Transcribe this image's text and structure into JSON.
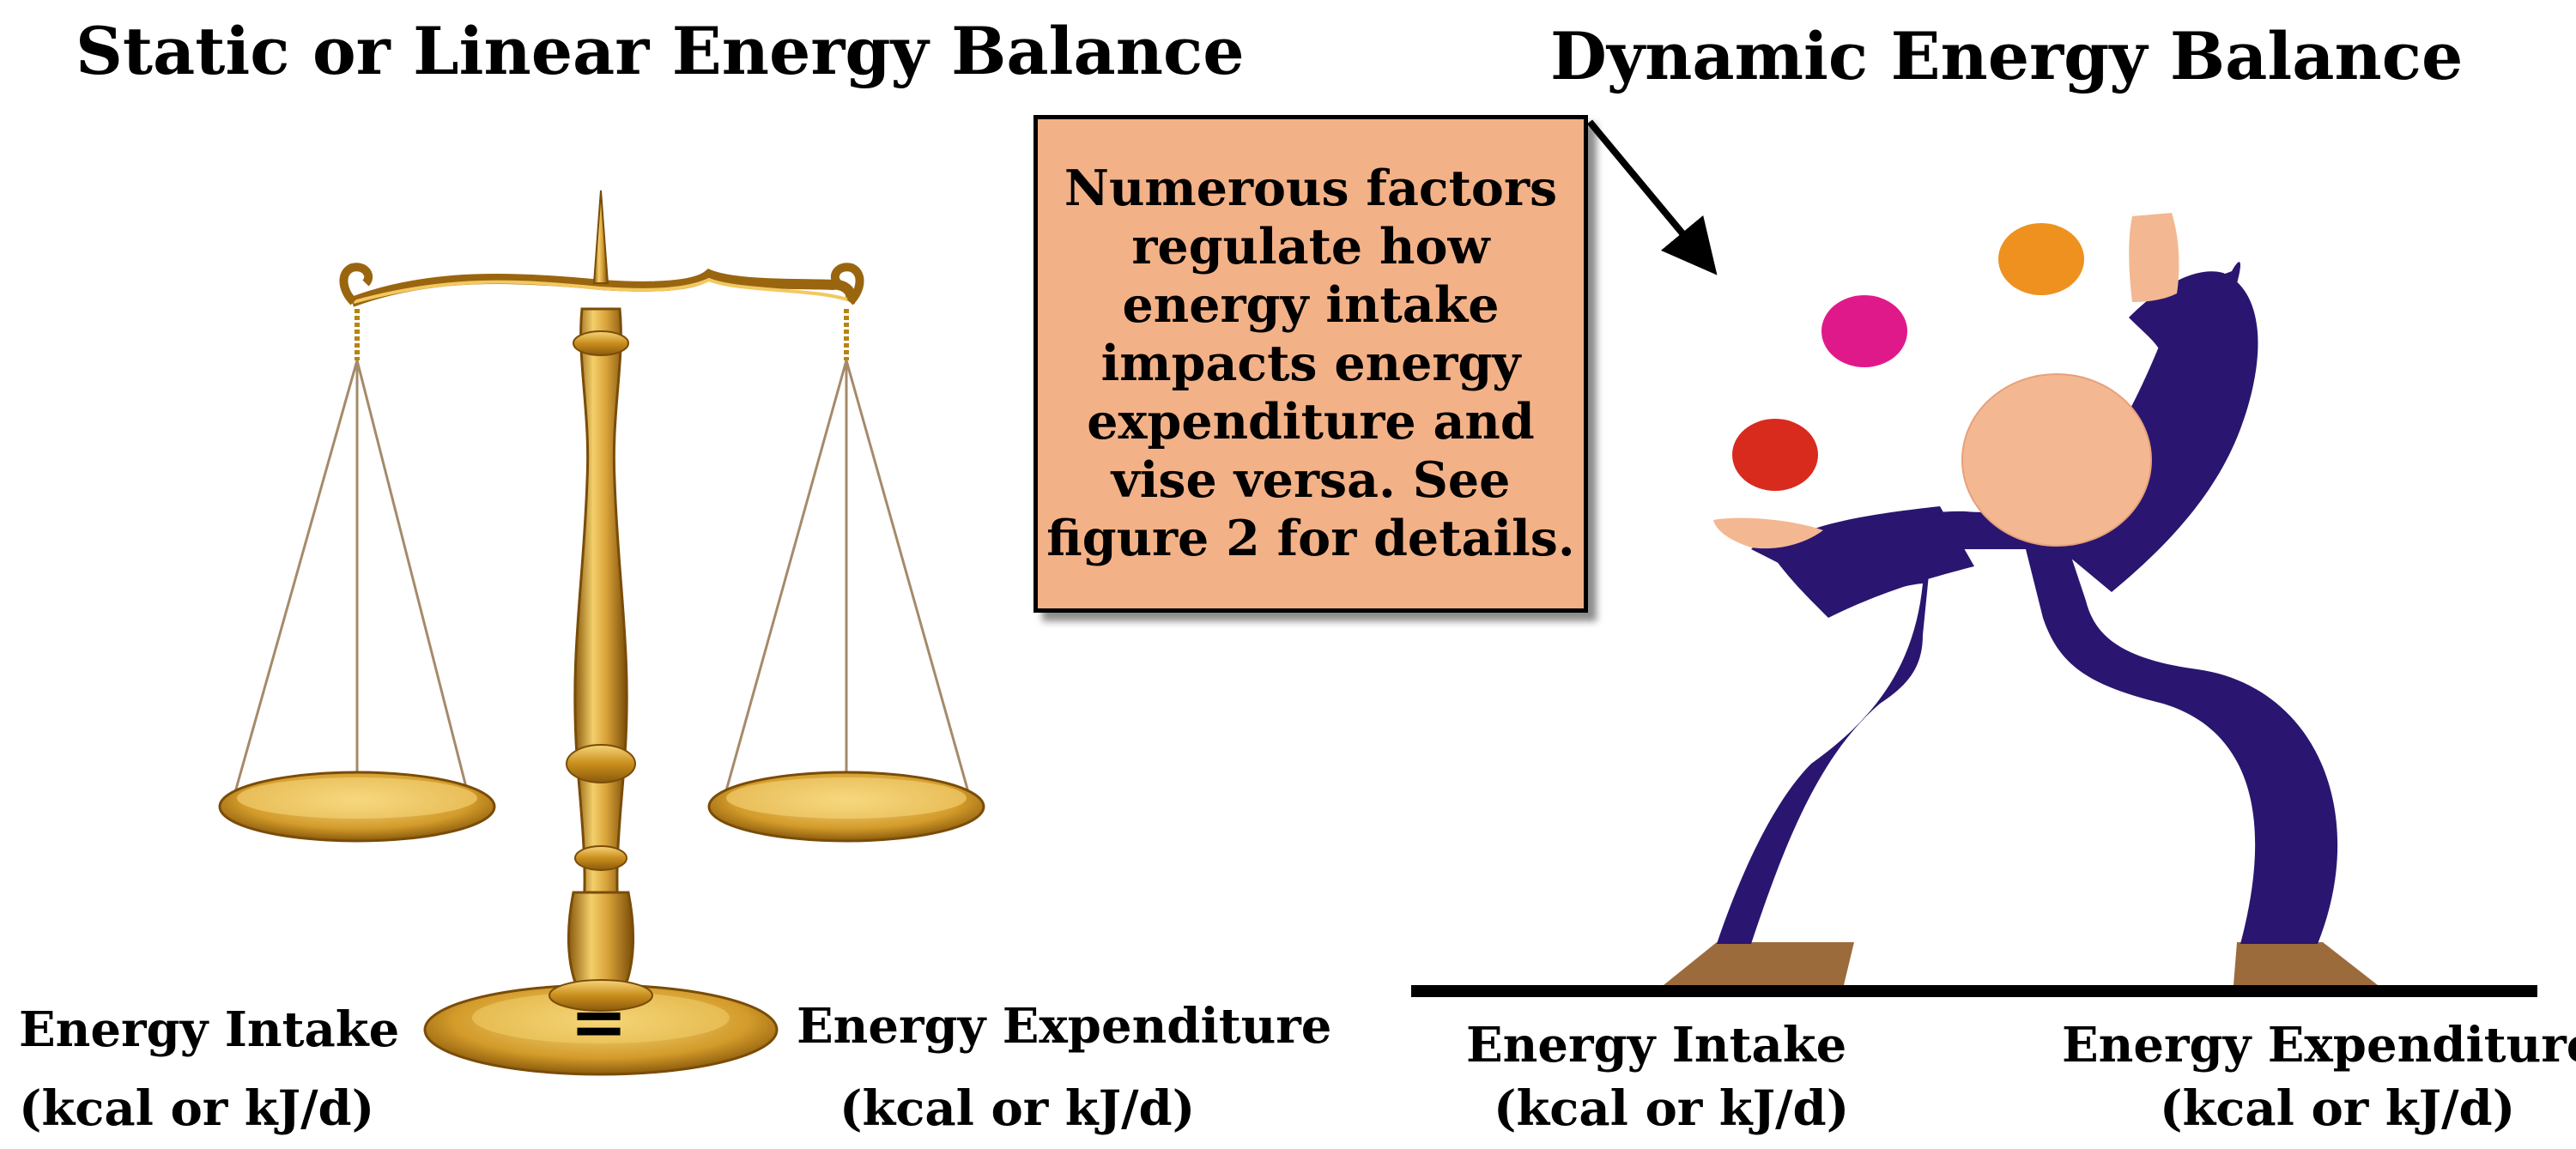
{
  "left_panel": {
    "title": "Static or Linear Energy Balance",
    "equals_sign": "=",
    "intake_label": "Energy Intake",
    "intake_unit": "(kcal or kJ/d)",
    "expenditure_label": "Energy Expenditure",
    "expenditure_unit": "(kcal or kJ/d)"
  },
  "right_panel": {
    "title": "Dynamic Energy Balance",
    "callout": "Numerous factors\nregulate how\nenergy intake\nimpacts energy\nexpenditure and\nvise versa. See\nfigure 2 for details.",
    "intake_label": "Energy Intake",
    "intake_unit": "(kcal or kJ/d)",
    "expenditure_label": "Energy Expenditure",
    "expenditure_unit": "(kcal or kJ/d)"
  },
  "colors": {
    "gold": "#c9921e",
    "gold_light": "#f3cf6a",
    "body_purple": "#2a1670",
    "skin": "#f3b892",
    "shoe_brown": "#9c6b3c",
    "ball_red": "#d92a1e",
    "ball_magenta": "#e0198a",
    "ball_orange": "#ee911e",
    "callout_fill": "#f3b187"
  }
}
